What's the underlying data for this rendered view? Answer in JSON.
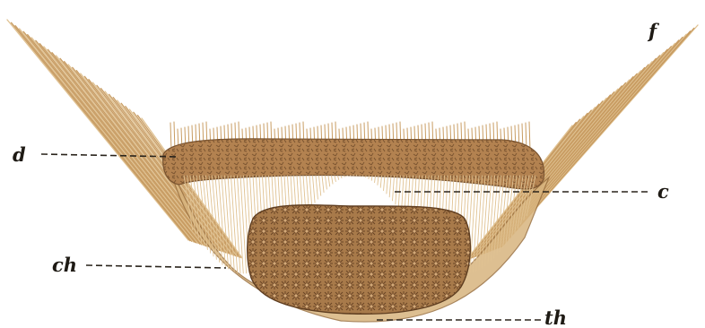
{
  "labels": {
    "f": "f",
    "d": "d",
    "c": "c",
    "ch": "ch",
    "th": "th"
  },
  "colors": {
    "background": "#ffffff",
    "fiber": "#c89c62",
    "fiber_light": "#e0c292",
    "ring": "#b98c55",
    "core": "#a67848",
    "core_dark": "#6e4a2a",
    "label_ink": "#1e1a14"
  }
}
